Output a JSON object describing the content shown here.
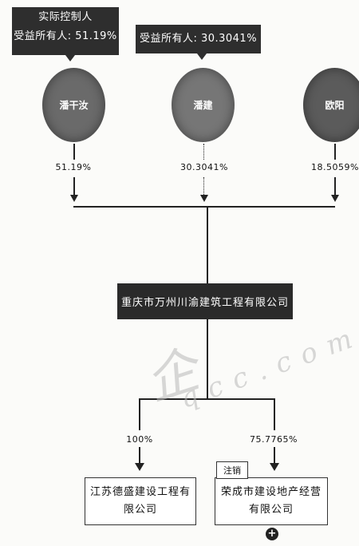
{
  "top_tags": {
    "controller_label": "实际控制人",
    "controller_beneficial": "受益所有人: 51.19%",
    "second_beneficial": "受益所有人: 30.3041%"
  },
  "shareholders": [
    {
      "name": "潘干汝",
      "percent": "51.19%",
      "color": "#6a6a6a"
    },
    {
      "name": "潘建",
      "percent": "30.3041%",
      "color": "#767676"
    },
    {
      "name": "欧阳",
      "percent": "18.5059%",
      "color": "#5b5b5b"
    }
  ],
  "center_company": "重庆市万州川渝建筑工程有限公司",
  "subsidiaries": [
    {
      "percent": "100%",
      "name_line1": "江苏德盛建设工程有",
      "name_line2": "限公司"
    },
    {
      "percent": "75.7765%",
      "name_line1": "荣成市建设地产经营",
      "name_line2": "有限公司",
      "badge": "注销"
    }
  ],
  "watermark": {
    "logo": "企",
    "domain": "qcc.com"
  },
  "expand_icon": "plus-circle"
}
